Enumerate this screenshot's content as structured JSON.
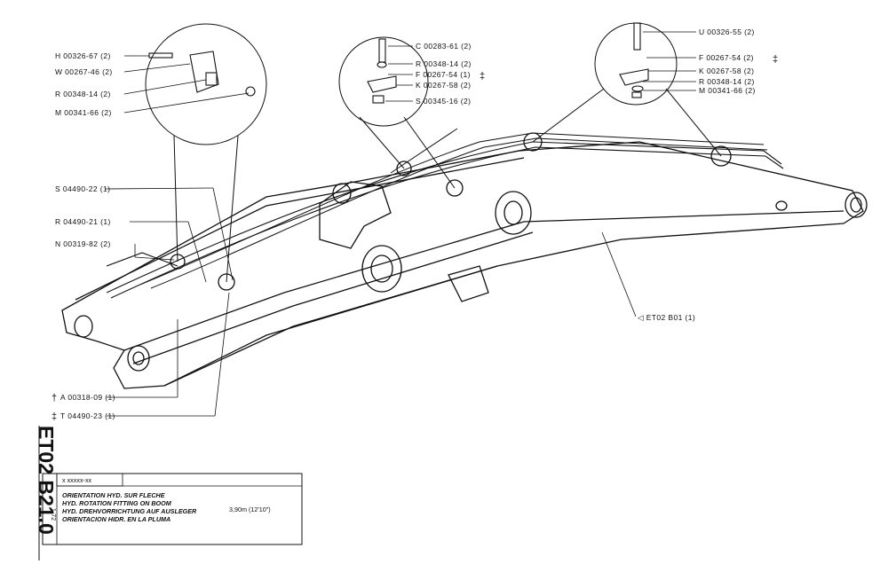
{
  "callouts_left": [
    {
      "code": "H 00326-67 (2)"
    },
    {
      "code": "W 00267-46 (2)"
    },
    {
      "code": "R 00348-14 (2)"
    },
    {
      "code": "M 00341-66 (2)"
    },
    {
      "code": "S 04490-22 (1)"
    },
    {
      "code": "R 04490-21 (1)"
    },
    {
      "code": "N 00319-82 (2)"
    },
    {
      "code": "A 00318-09 (1)",
      "mark": "†"
    },
    {
      "code": "T 04490-23 (1)",
      "mark": "‡"
    }
  ],
  "callouts_center": [
    {
      "code": "C 00283-61 (2)"
    },
    {
      "code": "R 00348-14 (2)"
    },
    {
      "code": "F 00267-54 (1)",
      "mark": "‡"
    },
    {
      "code": "K 00267-58 (2)"
    },
    {
      "code": "S 00345-16 (2)"
    }
  ],
  "callouts_right": [
    {
      "code": "U 00326-55 (2)"
    },
    {
      "code": "F 00267-54 (2)",
      "mark": "‡"
    },
    {
      "code": "K 00267-58 (2)"
    },
    {
      "code": "R 00348-14 (2)"
    },
    {
      "code": "M 00341-66 (2)"
    }
  ],
  "boom_ref": "◁ ET02 B01  (1)",
  "page_code": "ET02 B21.0",
  "date_code": "1-72",
  "title_block": {
    "ref": "x xxxxx-xx",
    "line_fr": "ORIENTATION HYD. SUR FLECHE",
    "line_en": "HYD. ROTATION FITTING ON BOOM",
    "line_de": "HYD. DREHVORRICHTUNG AUF AUSLEGER",
    "line_es": "ORIENTACION HIDR. EN LA PLUMA",
    "size": "3,90m (12'10\")"
  }
}
